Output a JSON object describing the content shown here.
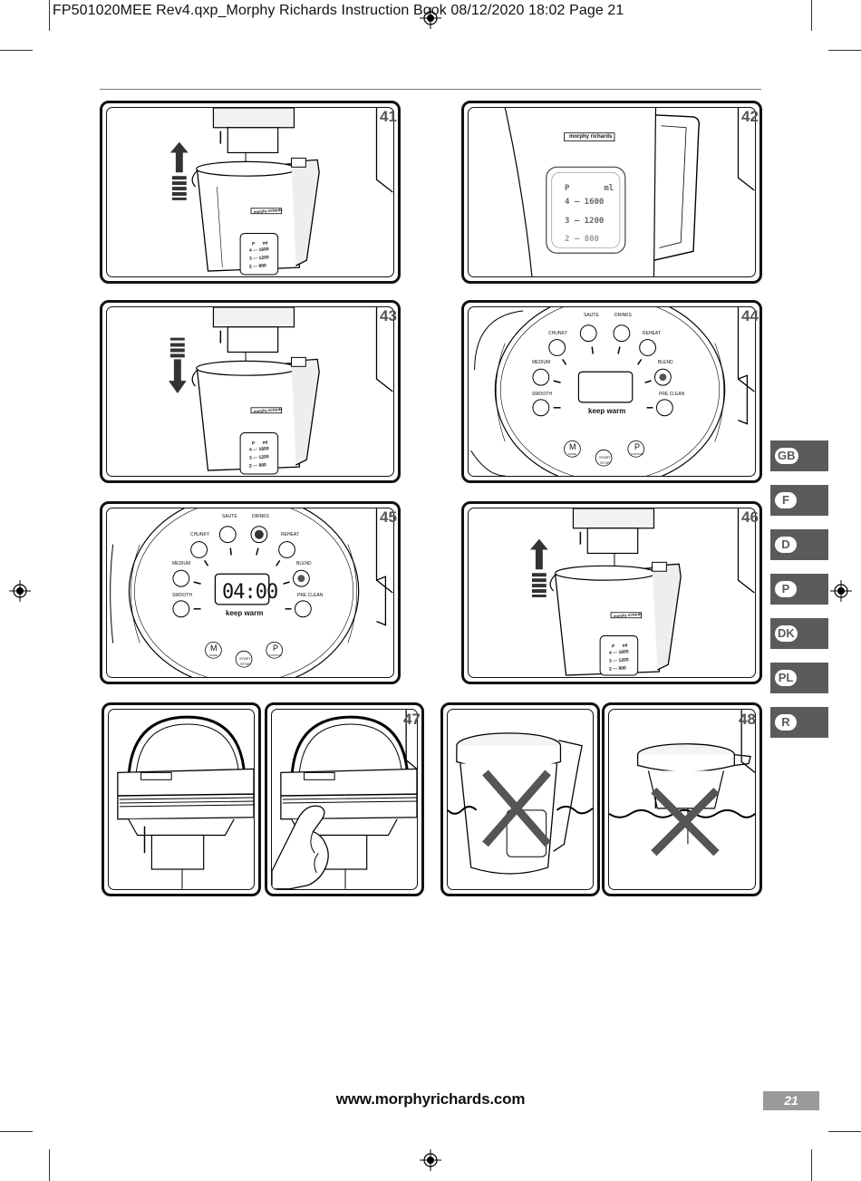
{
  "header": {
    "text": "FP501020MEE Rev4.qxp_Morphy Richards Instruction Book  08/12/2020  18:02  Page 21"
  },
  "figures": {
    "f41": "41",
    "f42": "42",
    "f43": "43",
    "f44": "44",
    "f45": "45",
    "f46": "46",
    "f47": "47",
    "f48": "48"
  },
  "jug_brand": "morphy richards",
  "jug_scale": {
    "head_p": "P",
    "head_ml": "ml",
    "r4": "4 — 1600",
    "r3": "3 — 1200",
    "r2": "2 — 800"
  },
  "control_panel": {
    "sautee": "SAUTE",
    "drinks": "DRINKS",
    "chunky": "CHUNKY",
    "reheat": "REHEAT",
    "medium": "MEDIUM",
    "blend": "BLEND",
    "smooth": "SMOOTH",
    "pre_clean": "PRE CLEAN",
    "keep_warm": "keep warm",
    "mode_letter": "M",
    "mode_label": "MODE",
    "start": "START",
    "stop": "STOP",
    "portion_letter": "P",
    "portion_label": "PORTION",
    "display_time": "04:00"
  },
  "languages": [
    "GB",
    "F",
    "D",
    "P",
    "DK",
    "PL",
    "R"
  ],
  "footer": {
    "url": "www.morphyrichards.com",
    "page_number": "21"
  },
  "colors": {
    "tab_bg": "#5b5b5b",
    "page_box_bg": "#9a9a9a"
  }
}
